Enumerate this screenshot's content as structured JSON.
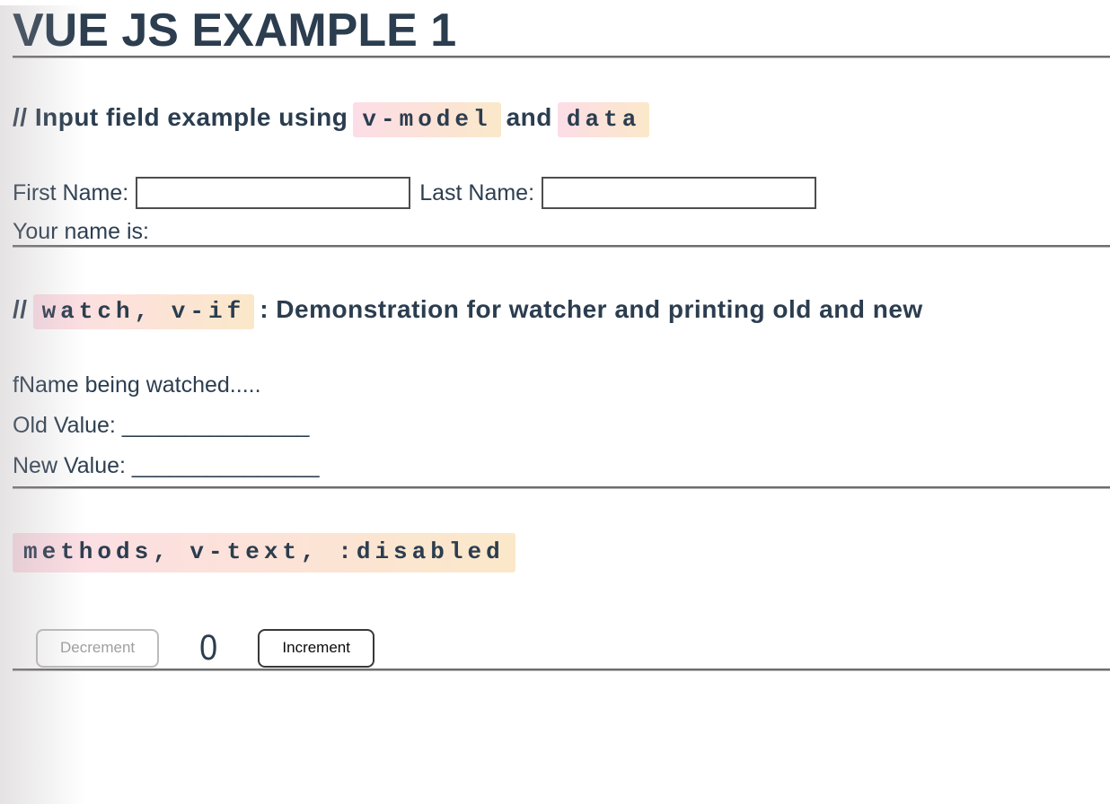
{
  "title": "VUE JS EXAMPLE 1",
  "colors": {
    "text": "#2c3e50",
    "chip_gradient_start": "#fcdde7",
    "chip_gradient_end": "#fbe8c9",
    "divider": "#6e6e6e",
    "disabled_button_text": "#9e9e9e"
  },
  "sections": {
    "input_example": {
      "heading_prefix": "// Input field example using",
      "code_1": "v-model",
      "heading_mid": "and",
      "code_2": "data",
      "first_name_label": "First Name:",
      "first_name_value": "",
      "last_name_label": "Last Name:",
      "last_name_value": "",
      "your_name_label": "Your name is:"
    },
    "watch_example": {
      "heading_prefix": "//",
      "code_1": "watch, v-if",
      "heading_suffix": ": Demonstration for watcher and printing old and new",
      "line_1": "fName being watched.....",
      "line_2": "Old Value: _______________",
      "line_3": "New Value: _______________"
    },
    "methods_example": {
      "code_1": "methods, v-text, :disabled",
      "decrement_label": "Decrement",
      "counter_value": "0",
      "increment_label": "Increment"
    }
  }
}
